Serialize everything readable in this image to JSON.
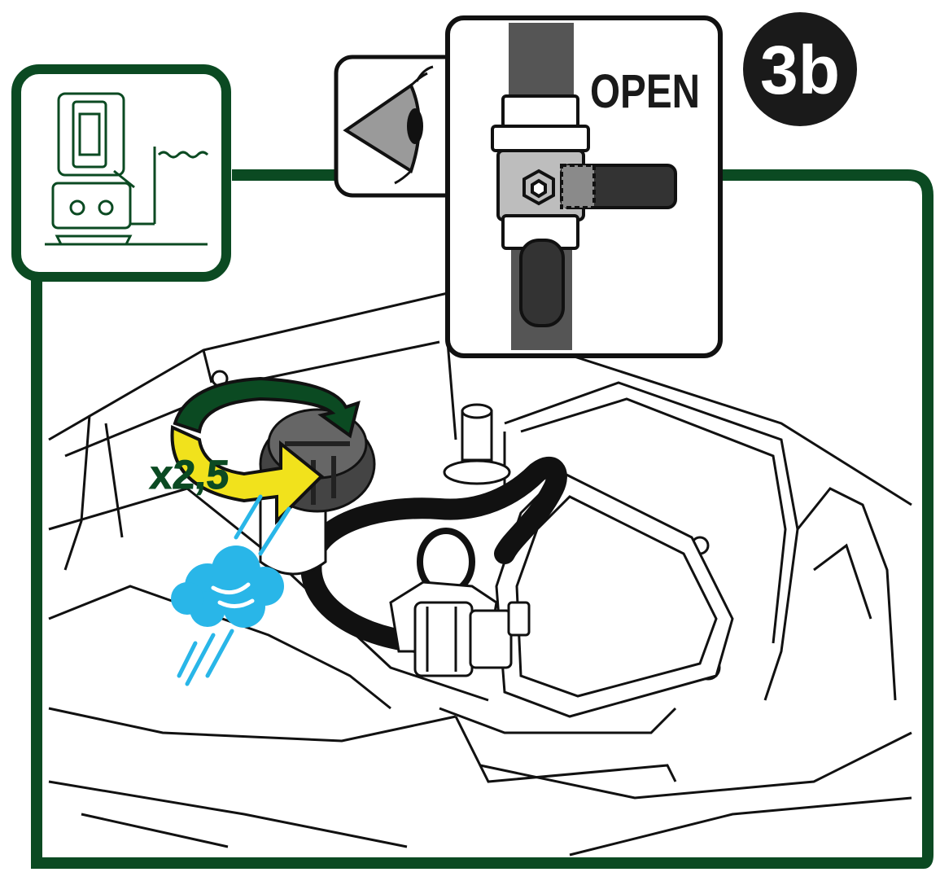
{
  "step_badge": {
    "label": "3b"
  },
  "valve_panel": {
    "state_label": "OPEN"
  },
  "rotation_callout": {
    "turns_label": "x2,5"
  },
  "colors": {
    "frame_green": "#0b4a22",
    "badge_black": "#1a1a1a",
    "arrow_yellow": "#f1e21c",
    "air_blue": "#29b6e8",
    "pipe_grey": "#555555"
  }
}
